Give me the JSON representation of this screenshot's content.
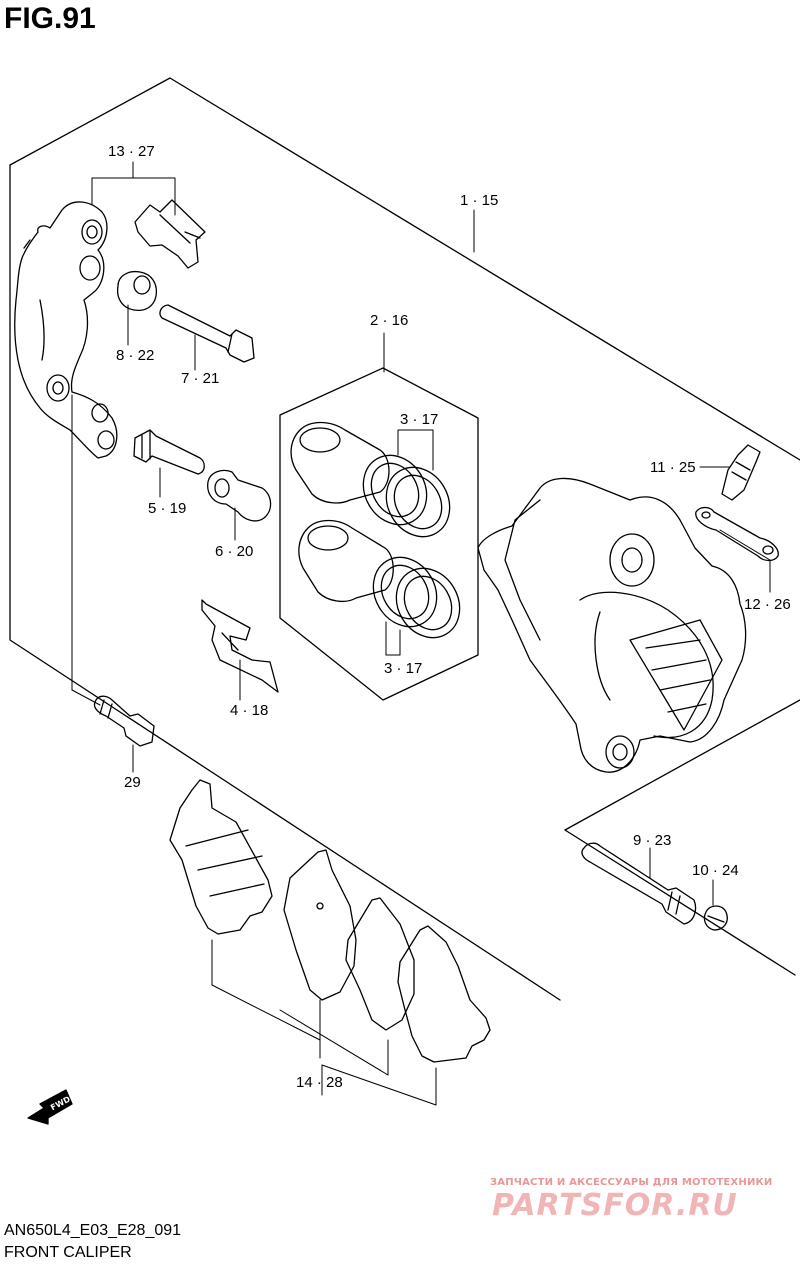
{
  "figure": {
    "title": "FIG.91"
  },
  "callouts": {
    "c13_27": "13 · 27",
    "c1_15": "1 · 15",
    "c2_16": "2 · 16",
    "c3_17_top": "3 · 17",
    "c3_17_bottom": "3 · 17",
    "c8_22": "8 · 22",
    "c7_21": "7 · 21",
    "c5_19": "5 · 19",
    "c6_20": "6 · 20",
    "c4_18": "4 · 18",
    "c29": "29",
    "c11_25": "11 · 25",
    "c12_26": "12 · 26",
    "c9_23": "9 · 23",
    "c10_24": "10 · 24",
    "c14_28": "14 · 28"
  },
  "fwd_label": "FWD",
  "footer": {
    "model_code": "AN650L4_E03_E28_091",
    "section_name": "FRONT CALIPER"
  },
  "watermark": {
    "tagline": "ЗАПЧАСТИ И АКСЕССУАРЫ ДЛЯ МОТОТЕХНИКИ",
    "logo": "PARTSFOR.RU"
  }
}
